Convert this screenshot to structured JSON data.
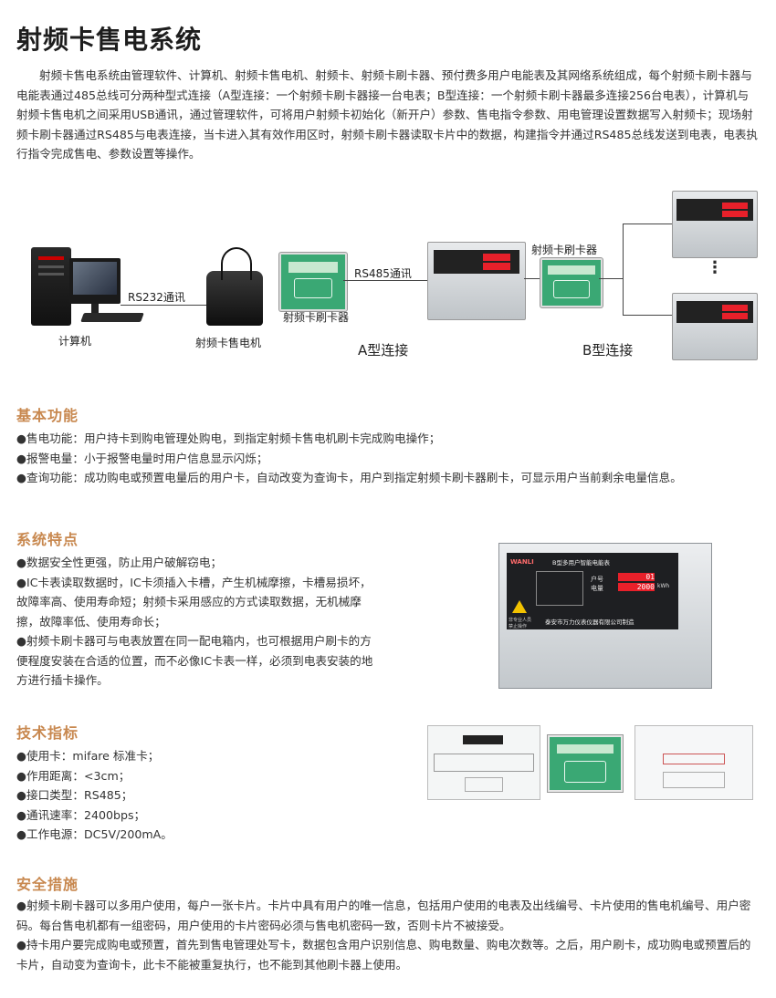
{
  "title": "射频卡售电系统",
  "intro": "射频卡售电系统由管理软件、计算机、射频卡售电机、射频卡、射频卡刷卡器、预付费多用户电能表及其网络系统组成，每个射频卡刷卡器与电能表通过485总线可分两种型式连接（A型连接：一个射频卡刷卡器接一台电表；B型连接：一个射频卡刷卡器最多连接256台电表），计算机与射频卡售电机之间采用USB通讯，通过管理软件，可将用户射频卡初始化（新开户）参数、售电指令参数、用电管理设置数据写入射频卡；现场射频卡刷卡器通过RS485与电表连接，当卡进入其有效作用区时，射频卡刷卡器读取卡片中的数据，构建指令并通过RS485总线发送到电表，电表执行指令完成售电、参数设置等操作。",
  "diagram": {
    "computer_label": "计算机",
    "rs232_label": "RS232通讯",
    "vending_label": "射频卡售电机",
    "reader_label_a": "射频卡刷卡器",
    "rs485_label": "RS485通讯",
    "a_type_label": "A型连接",
    "reader_label_b": "射频卡刷卡器",
    "b_type_label": "B型连接",
    "ellipsis": "⋮"
  },
  "basic": {
    "heading": "基本功能",
    "items": [
      "●售电功能：用户持卡到购电管理处购电，到指定射频卡售电机刷卡完成购电操作；",
      "●报警电量：小于报警电量时用户信息显示闪烁；",
      "●查询功能：成功购电或预置电量后的用户卡，自动改变为查询卡，用户到指定射频卡刷卡器刷卡，可显示用户当前剩余电量信息。"
    ]
  },
  "features": {
    "heading": "系统特点",
    "items": [
      "●数据安全性更强，防止用户破解窃电；",
      "●IC卡表读取数据时，IC卡须插入卡槽，产生机械摩擦，卡槽易损坏，故障率高、使用寿命短；射频卡采用感应的方式读取数据，无机械摩擦，故障率低、使用寿命长；",
      "●射频卡刷卡器可与电表放置在同一配电箱内，也可根据用户刷卡的方便程度安装在合适的位置，而不必像IC卡表一样，必须到电表安装的地方进行插卡操作。"
    ]
  },
  "meter": {
    "brand": "WANLI",
    "name": "B型多用户智能电能表",
    "labels": [
      "户号",
      "电量",
      "kWh"
    ],
    "reading1": "01",
    "reading2": "2000",
    "manufacturer": "泰安市万力仪表仪器有限公司制造",
    "side_note": "非专业人员 禁止操作"
  },
  "specs": {
    "heading": "技术指标",
    "items": [
      "●使用卡：mifare 标准卡；",
      "●作用距离：<3cm；",
      "●接口类型：RS485；",
      "●通讯速率：2400bps；",
      "●工作电源：DC5V/200mA。"
    ]
  },
  "safety": {
    "heading": "安全措施",
    "items": [
      "●射频卡刷卡器可以多用户使用，每户一张卡片。卡片中具有用户的唯一信息，包括用户使用的电表及出线编号、卡片使用的售电机编号、用户密码。每台售电机都有一组密码，用户使用的卡片密码必须与售电机密码一致，否则卡片不被接受。",
      "●持卡用户要完成购电或预置，首先到售电管理处写卡，数据包含用户识别信息、购电数量、购电次数等。之后，用户刷卡，成功购电或预置后的卡片，自动变为查询卡，此卡不能被重复执行，也不能到其他刷卡器上使用。"
    ]
  },
  "colors": {
    "heading": "#c8884f",
    "reader_green": "#3aa874",
    "meter_body": "#cfd3d6",
    "led_red": "#e8202a"
  }
}
